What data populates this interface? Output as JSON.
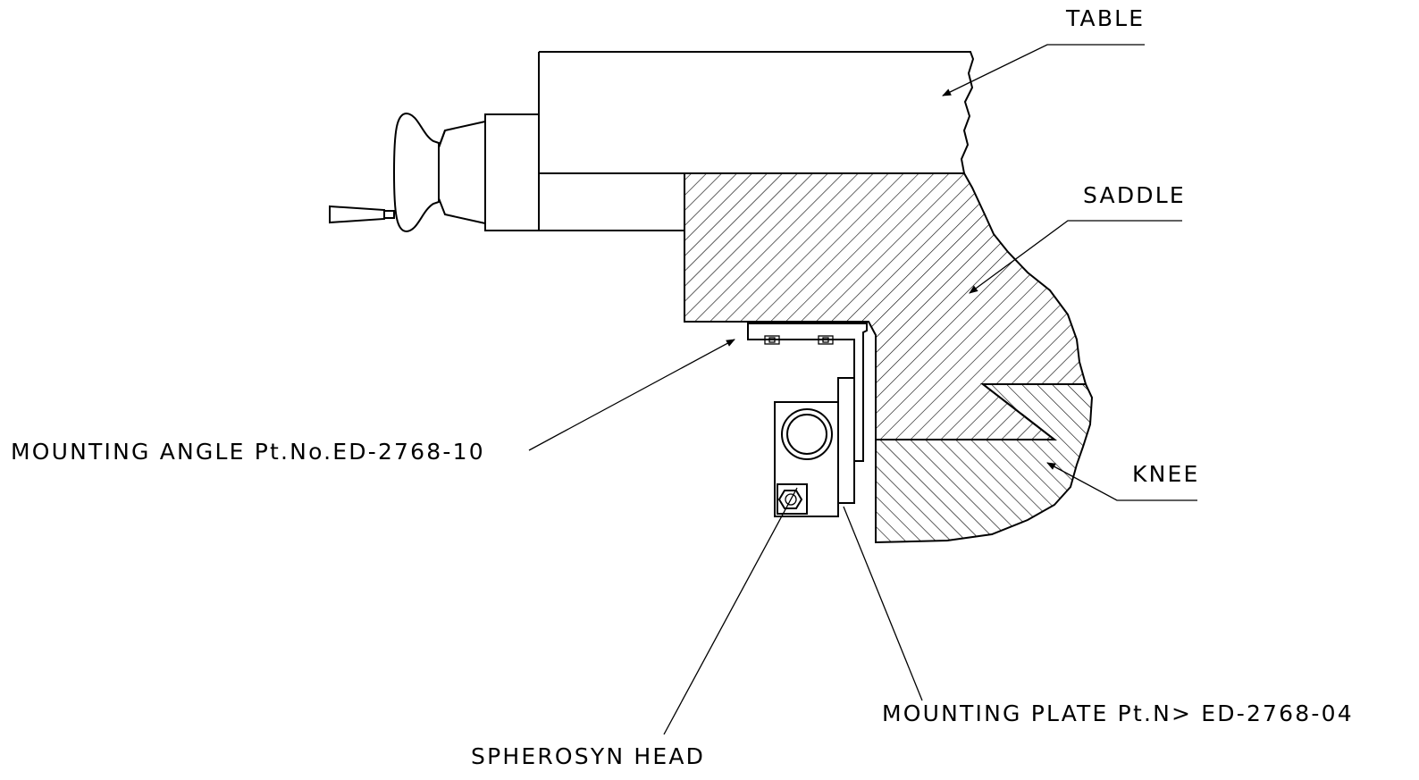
{
  "labels": {
    "table": "TABLE",
    "saddle": "SADDLE",
    "knee": "KNEE",
    "mounting_angle": "MOUNTING ANGLE Pt.No.ED-2768-10",
    "mounting_plate": "MOUNTING PLATE Pt.N> ED-2768-04",
    "spherosyn_head": "SPHEROSYN HEAD"
  },
  "colors": {
    "line": "#000000",
    "background": "#ffffff"
  }
}
